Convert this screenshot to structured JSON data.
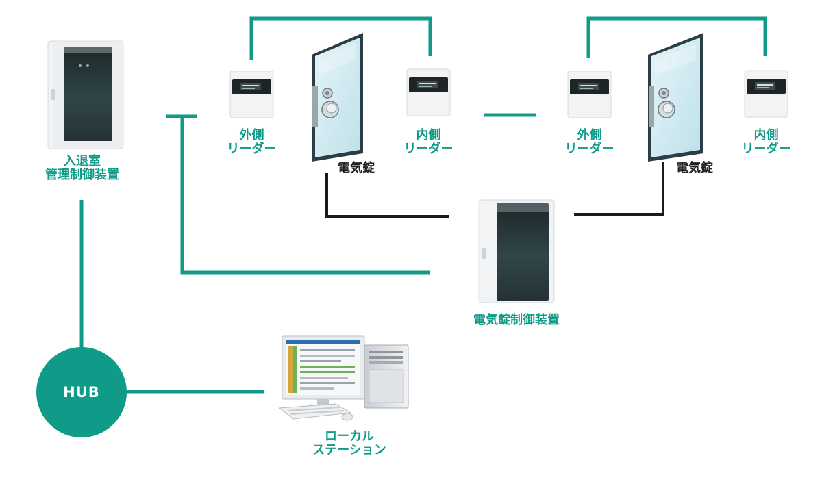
{
  "colors": {
    "network_line": "#109a88",
    "lock_line": "#1a1a1a",
    "label_teal": "#109a88",
    "label_dark": "#222222",
    "hub_fill": "#109a88",
    "device_body": "#f2f3f5",
    "device_panel": "#2c3a3c",
    "door_glass": "#cfeaf1",
    "door_frame": "#2b3d45"
  },
  "labels": {
    "controller_line1": "入退室",
    "controller_line2": "管理制御装置",
    "outer_reader_1_line1": "外側",
    "outer_reader_1_line2": "リーダー",
    "inner_reader_1_line1": "内側",
    "inner_reader_1_line2": "リーダー",
    "outer_reader_2_line1": "外側",
    "outer_reader_2_line2": "リーダー",
    "inner_reader_2_line1": "内側",
    "inner_reader_2_line2": "リーダー",
    "electric_lock_1": "電気錠",
    "electric_lock_2": "電気錠",
    "lock_controller": "電気錠制御装置",
    "hub": "HUB",
    "local_station_line1": "ローカル",
    "local_station_line2": "ステーション"
  },
  "icons": {
    "controller": "access-control-panel-icon",
    "reader": "card-reader-icon",
    "door": "glass-door-icon",
    "lock_controller": "lock-control-panel-icon",
    "hub": "hub-circle-icon",
    "local_station": "workstation-computer-icon"
  }
}
